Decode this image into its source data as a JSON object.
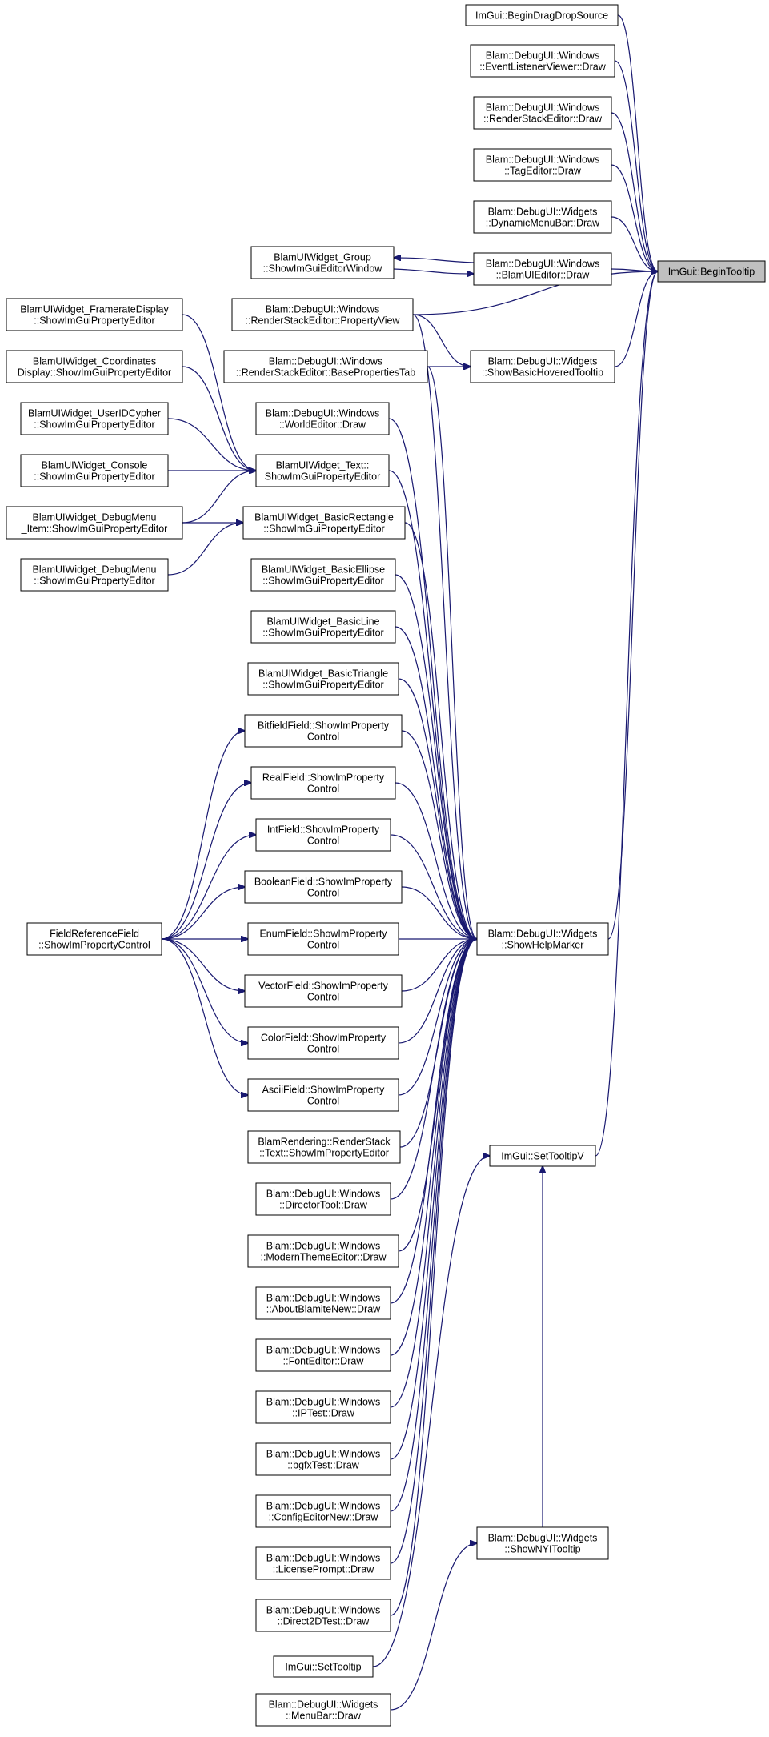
{
  "graph": {
    "type": "call-graph",
    "root": "bt",
    "colors": {
      "edge": "#191970",
      "root_fill": "#bfbfbf",
      "node_fill": "#ffffff",
      "border": "#000000"
    },
    "nodes": [
      {
        "id": "bt",
        "lines": [
          "ImGui::BeginTooltip"
        ],
        "root": true
      },
      {
        "id": "bdds",
        "lines": [
          "ImGui::BeginDragDropSource"
        ]
      },
      {
        "id": "elv",
        "lines": [
          "Blam::DebugUI::Windows",
          "::EventListenerViewer::Draw"
        ]
      },
      {
        "id": "rse",
        "lines": [
          "Blam::DebugUI::Windows",
          "::RenderStackEditor::Draw"
        ]
      },
      {
        "id": "te",
        "lines": [
          "Blam::DebugUI::Windows",
          "::TagEditor::Draw"
        ]
      },
      {
        "id": "dmb",
        "lines": [
          "Blam::DebugUI::Widgets",
          "::DynamicMenuBar::Draw"
        ]
      },
      {
        "id": "bue",
        "lines": [
          "Blam::DebugUI::Windows",
          "::BlamUIEditor::Draw"
        ]
      },
      {
        "id": "grp",
        "lines": [
          "BlamUIWidget_Group",
          "::ShowImGuiEditorWindow"
        ]
      },
      {
        "id": "pv",
        "lines": [
          "Blam::DebugUI::Windows",
          "::RenderStackEditor::PropertyView"
        ]
      },
      {
        "id": "bpt",
        "lines": [
          "Blam::DebugUI::Windows",
          "::RenderStackEditor::BasePropertiesTab"
        ]
      },
      {
        "id": "sbht",
        "lines": [
          "Blam::DebugUI::Widgets",
          "::ShowBasicHoveredTooltip"
        ]
      },
      {
        "id": "fr",
        "lines": [
          "BlamUIWidget_FramerateDisplay",
          "::ShowImGuiPropertyEditor"
        ]
      },
      {
        "id": "co",
        "lines": [
          "BlamUIWidget_Coordinates",
          "Display::ShowImGuiPropertyEditor"
        ]
      },
      {
        "id": "uid",
        "lines": [
          "BlamUIWidget_UserIDCypher",
          "::ShowImGuiPropertyEditor"
        ]
      },
      {
        "id": "con",
        "lines": [
          "BlamUIWidget_Console",
          "::ShowImGuiPropertyEditor"
        ]
      },
      {
        "id": "dmi",
        "lines": [
          "BlamUIWidget_DebugMenu",
          "_Item::ShowImGuiPropertyEditor"
        ]
      },
      {
        "id": "dm",
        "lines": [
          "BlamUIWidget_DebugMenu",
          "::ShowImGuiPropertyEditor"
        ]
      },
      {
        "id": "we",
        "lines": [
          "Blam::DebugUI::Windows",
          "::WorldEditor::Draw"
        ]
      },
      {
        "id": "txt",
        "lines": [
          "BlamUIWidget_Text::",
          "ShowImGuiPropertyEditor"
        ]
      },
      {
        "id": "brect",
        "lines": [
          "BlamUIWidget_BasicRectangle",
          "::ShowImGuiPropertyEditor"
        ]
      },
      {
        "id": "bell",
        "lines": [
          "BlamUIWidget_BasicEllipse",
          "::ShowImGuiPropertyEditor"
        ]
      },
      {
        "id": "bline",
        "lines": [
          "BlamUIWidget_BasicLine",
          "::ShowImGuiPropertyEditor"
        ]
      },
      {
        "id": "btri",
        "lines": [
          "BlamUIWidget_BasicTriangle",
          "::ShowImGuiPropertyEditor"
        ]
      },
      {
        "id": "bitf",
        "lines": [
          "BitfieldField::ShowImProperty",
          "Control"
        ]
      },
      {
        "id": "realf",
        "lines": [
          "RealField::ShowImProperty",
          "Control"
        ]
      },
      {
        "id": "intf",
        "lines": [
          "IntField::ShowImProperty",
          "Control"
        ]
      },
      {
        "id": "boolf",
        "lines": [
          "BooleanField::ShowImProperty",
          "Control"
        ]
      },
      {
        "id": "frf",
        "lines": [
          "FieldReferenceField",
          "::ShowImPropertyControl"
        ]
      },
      {
        "id": "enumf",
        "lines": [
          "EnumField::ShowImProperty",
          "Control"
        ]
      },
      {
        "id": "vecf",
        "lines": [
          "VectorField::ShowImProperty",
          "Control"
        ]
      },
      {
        "id": "colf",
        "lines": [
          "ColorField::ShowImProperty",
          "Control"
        ]
      },
      {
        "id": "ascf",
        "lines": [
          "AsciiField::ShowImProperty",
          "Control"
        ]
      },
      {
        "id": "shm",
        "lines": [
          "Blam::DebugUI::Widgets",
          "::ShowHelpMarker"
        ]
      },
      {
        "id": "rst",
        "lines": [
          "BlamRendering::RenderStack",
          "::Text::ShowImPropertyEditor"
        ]
      },
      {
        "id": "stv",
        "lines": [
          "ImGui::SetTooltipV"
        ]
      },
      {
        "id": "dt",
        "lines": [
          "Blam::DebugUI::Windows",
          "::DirectorTool::Draw"
        ]
      },
      {
        "id": "mte",
        "lines": [
          "Blam::DebugUI::Windows",
          "::ModernThemeEditor::Draw"
        ]
      },
      {
        "id": "abn",
        "lines": [
          "Blam::DebugUI::Windows",
          "::AboutBlamiteNew::Draw"
        ]
      },
      {
        "id": "fe",
        "lines": [
          "Blam::DebugUI::Windows",
          "::FontEditor::Draw"
        ]
      },
      {
        "id": "ipt",
        "lines": [
          "Blam::DebugUI::Windows",
          "::IPTest::Draw"
        ]
      },
      {
        "id": "bgfx",
        "lines": [
          "Blam::DebugUI::Windows",
          "::bgfxTest::Draw"
        ]
      },
      {
        "id": "cen",
        "lines": [
          "Blam::DebugUI::Windows",
          "::ConfigEditorNew::Draw"
        ]
      },
      {
        "id": "lp",
        "lines": [
          "Blam::DebugUI::Windows",
          "::LicensePrompt::Draw"
        ]
      },
      {
        "id": "d2d",
        "lines": [
          "Blam::DebugUI::Windows",
          "::Direct2DTest::Draw"
        ]
      },
      {
        "id": "snyi",
        "lines": [
          "Blam::DebugUI::Widgets",
          "::ShowNYITooltip"
        ]
      },
      {
        "id": "st",
        "lines": [
          "ImGui::SetTooltip"
        ]
      },
      {
        "id": "mb",
        "lines": [
          "Blam::DebugUI::Widgets",
          "::MenuBar::Draw"
        ]
      }
    ],
    "edges": [
      [
        "bdds",
        "bt"
      ],
      [
        "elv",
        "bt"
      ],
      [
        "rse",
        "bt"
      ],
      [
        "te",
        "bt"
      ],
      [
        "dmb",
        "bt"
      ],
      [
        "bue",
        "bt"
      ],
      [
        "pv",
        "bt"
      ],
      [
        "sbht",
        "bt"
      ],
      [
        "shm",
        "bt"
      ],
      [
        "stv",
        "bt"
      ],
      [
        "bue",
        "grp"
      ],
      [
        "grp",
        "bue"
      ],
      [
        "pv",
        "sbht"
      ],
      [
        "bpt",
        "sbht"
      ],
      [
        "fr",
        "txt"
      ],
      [
        "co",
        "txt"
      ],
      [
        "uid",
        "txt"
      ],
      [
        "con",
        "txt"
      ],
      [
        "dmi",
        "txt"
      ],
      [
        "dmi",
        "brect"
      ],
      [
        "dm",
        "brect"
      ],
      [
        "frf",
        "bitf"
      ],
      [
        "frf",
        "realf"
      ],
      [
        "frf",
        "intf"
      ],
      [
        "frf",
        "boolf"
      ],
      [
        "frf",
        "enumf"
      ],
      [
        "frf",
        "vecf"
      ],
      [
        "frf",
        "colf"
      ],
      [
        "frf",
        "ascf"
      ],
      [
        "pv",
        "shm"
      ],
      [
        "bpt",
        "shm"
      ],
      [
        "we",
        "shm"
      ],
      [
        "txt",
        "shm"
      ],
      [
        "brect",
        "shm"
      ],
      [
        "bell",
        "shm"
      ],
      [
        "bline",
        "shm"
      ],
      [
        "btri",
        "shm"
      ],
      [
        "bitf",
        "shm"
      ],
      [
        "realf",
        "shm"
      ],
      [
        "intf",
        "shm"
      ],
      [
        "boolf",
        "shm"
      ],
      [
        "enumf",
        "shm"
      ],
      [
        "vecf",
        "shm"
      ],
      [
        "colf",
        "shm"
      ],
      [
        "ascf",
        "shm"
      ],
      [
        "rst",
        "shm"
      ],
      [
        "dt",
        "shm"
      ],
      [
        "mte",
        "shm"
      ],
      [
        "abn",
        "shm"
      ],
      [
        "fe",
        "shm"
      ],
      [
        "ipt",
        "shm"
      ],
      [
        "bgfx",
        "shm"
      ],
      [
        "cen",
        "shm"
      ],
      [
        "lp",
        "shm"
      ],
      [
        "d2d",
        "shm"
      ],
      [
        "snyi",
        "stv"
      ],
      [
        "st",
        "stv"
      ],
      [
        "mb",
        "snyi"
      ]
    ]
  }
}
